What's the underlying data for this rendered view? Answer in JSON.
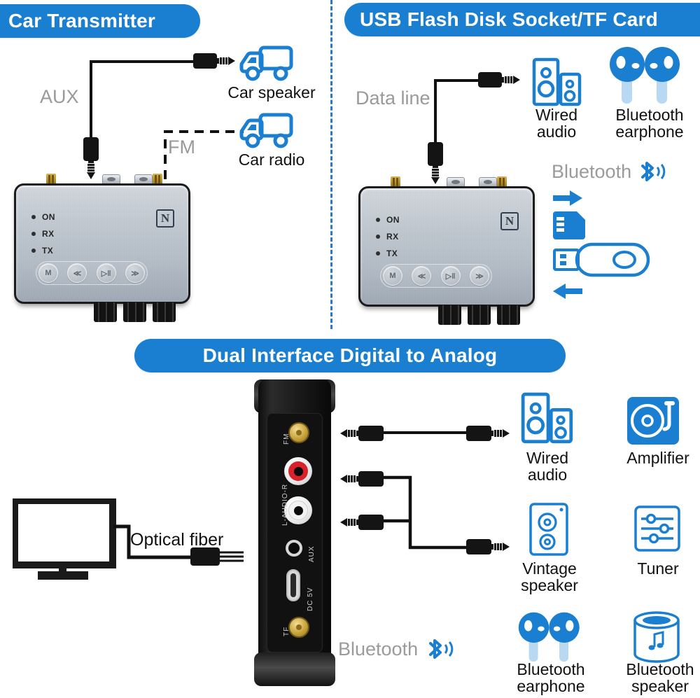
{
  "colors": {
    "banner_blue": "#1a7fd0",
    "icon_blue": "#1a7fd0",
    "grey_text": "#9b9b9b",
    "black_text": "#111111"
  },
  "banners": {
    "car_transmitter": "Car Transmitter",
    "usb_flash": "USB Flash Disk Socket/TF Card",
    "dual_interface": "Dual Interface Digital to Analog"
  },
  "panel_car": {
    "cable_label": "AUX",
    "fm_label": "FM",
    "targets": [
      {
        "icon": "truck-icon",
        "label": "Car speaker"
      },
      {
        "icon": "truck-icon",
        "label": "Car radio"
      }
    ]
  },
  "panel_usb": {
    "cable_label": "Data line",
    "bluetooth_label": "Bluetooth",
    "targets": [
      {
        "icon": "wired-speaker-icon",
        "label": "Wired\naudio",
        "line1": "Wired",
        "line2": "audio"
      },
      {
        "icon": "earbuds-icon",
        "label": "Bluetooth earphone",
        "line1": "Bluetooth",
        "line2": "earphone"
      }
    ],
    "media": [
      {
        "icon": "tf-card-icon",
        "name": "TF card"
      },
      {
        "icon": "usb-flash-drive-icon",
        "name": "USB flash disk"
      }
    ],
    "arrows": [
      "arrow-right-icon",
      "arrow-left-icon"
    ]
  },
  "device_silver": {
    "leds": [
      "ON",
      "RX",
      "TX"
    ],
    "nfc_badge": "N",
    "buttons": [
      {
        "name": "mode-button",
        "glyph": "M"
      },
      {
        "name": "previous-button",
        "glyph": "≪"
      },
      {
        "name": "play-pause-button",
        "glyph": "▷‖"
      },
      {
        "name": "next-button",
        "glyph": "≫"
      }
    ]
  },
  "panel_dual": {
    "bluetooth_label": "Bluetooth",
    "optical_label": "Optical fiber",
    "tv_icon": "tv-icon",
    "dac_ports": [
      {
        "name": "fm-antenna-port",
        "label": "FM"
      },
      {
        "name": "rca-audio-port",
        "label": "L-AUDIO-R"
      },
      {
        "name": "aux-port",
        "label": "AUX"
      },
      {
        "name": "power-port",
        "label": "DC 5V"
      },
      {
        "name": "tf-antenna-port",
        "label": "TF"
      }
    ],
    "targets": [
      {
        "icon": "wired-speaker-icon",
        "line1": "Wired",
        "line2": "audio"
      },
      {
        "icon": "amplifier-icon",
        "line1": "Amplifier",
        "line2": ""
      },
      {
        "icon": "vintage-speaker-icon",
        "line1": "Vintage",
        "line2": "speaker"
      },
      {
        "icon": "tuner-icon",
        "line1": "Tuner",
        "line2": ""
      },
      {
        "icon": "earbuds-icon",
        "line1": "Bluetooth",
        "line2": "earphone"
      },
      {
        "icon": "bluetooth-speaker-icon",
        "line1": "Bluetooth",
        "line2": "speaker"
      }
    ]
  }
}
